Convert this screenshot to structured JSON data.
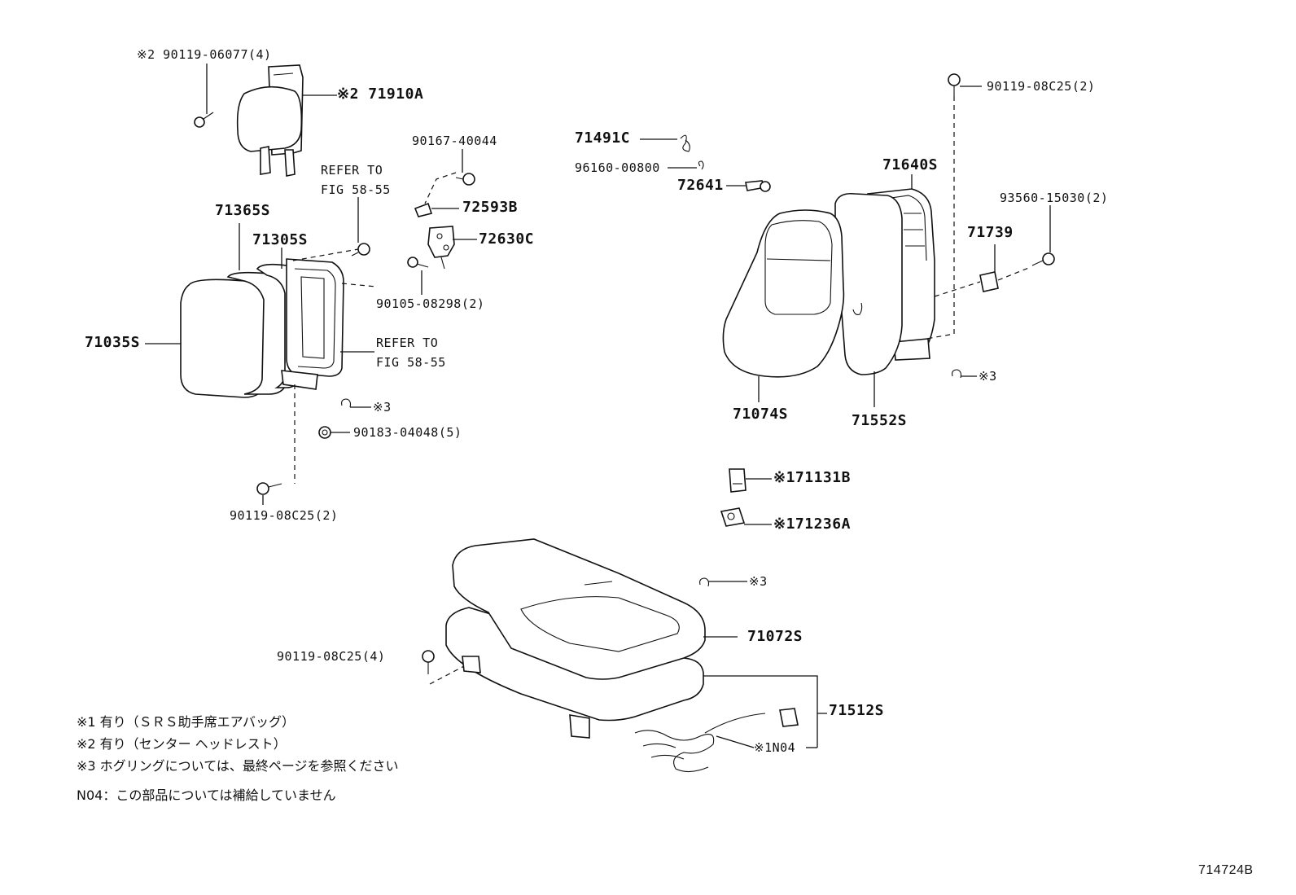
{
  "labels": {
    "p_90119_06077": "※2 90119-06077(4)",
    "p_71910A": "※2 71910A",
    "p_refer1_a": "REFER TO",
    "p_refer1_b": "FIG 58-55",
    "p_90167": "90167-40044",
    "p_72593B": "72593B",
    "p_72630C": "72630C",
    "p_71365S": "71365S",
    "p_71305S": "71305S",
    "p_90105": "90105-08298(2)",
    "p_71035S": "71035S",
    "p_refer2_a": "REFER TO",
    "p_refer2_b": "FIG 58-55",
    "p_ring3_left": "※3",
    "p_90183": "90183-04048(5)",
    "p_90119_08C25_left": "90119-08C25(2)",
    "p_71491C": "71491C",
    "p_96160": "96160-00800",
    "p_72641": "72641",
    "p_90119_08C25_right": "90119-08C25(2)",
    "p_71640S": "71640S",
    "p_93560": "93560-15030(2)",
    "p_71739": "71739",
    "p_ring3_right": "※3",
    "p_71074S": "71074S",
    "p_71552S": "71552S",
    "p_71131B": "※171131B",
    "p_71236A": "※171236A",
    "p_ring3_mid": "※3",
    "p_71072S": "71072S",
    "p_90119_08C25_4": "90119-08C25(4)",
    "p_71512S": "71512S",
    "p_N04": "※1N04"
  },
  "notes": [
    "※1 有り（ＳＲＳ助手席エアバッグ）",
    "※2 有り（センター ヘッドレスト）",
    "※3 ホグリングについては、最終ページを参照ください",
    "N04：この部品については補給していません"
  ],
  "figure_id": "714724B"
}
